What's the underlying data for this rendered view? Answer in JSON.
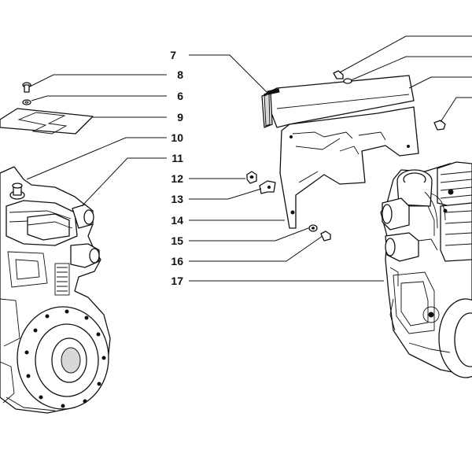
{
  "callouts": [
    {
      "id": "7",
      "text": "7"
    },
    {
      "id": "8",
      "text": "8"
    },
    {
      "id": "6",
      "text": "6"
    },
    {
      "id": "9",
      "text": "9"
    },
    {
      "id": "10",
      "text": "10"
    },
    {
      "id": "11",
      "text": "11"
    },
    {
      "id": "12",
      "text": "12"
    },
    {
      "id": "13",
      "text": "13"
    },
    {
      "id": "14",
      "text": "14"
    },
    {
      "id": "15",
      "text": "15"
    },
    {
      "id": "16",
      "text": "16"
    },
    {
      "id": "17",
      "text": "17"
    }
  ],
  "parts": {
    "left_engine": "engine-left-view",
    "right_engine": "engine-right-view",
    "shield": "heat-shield-bracket",
    "plate": "cover-plate"
  }
}
